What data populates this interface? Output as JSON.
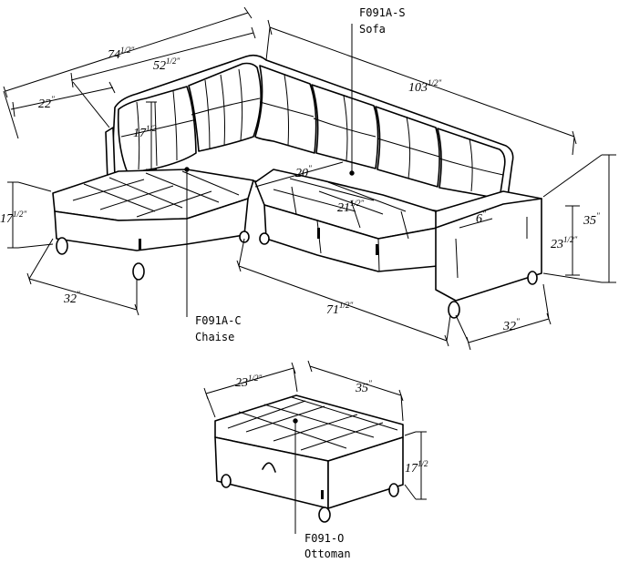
{
  "products": {
    "sofa": {
      "code": "F091A-S",
      "name": "Sofa"
    },
    "chaise": {
      "code": "F091A-C",
      "name": "Chaise"
    },
    "ottoman": {
      "code": "F091-O",
      "name": "Ottoman"
    }
  },
  "dimensions": {
    "sofa_total_length": {
      "whole": "103",
      "frac": "1/2",
      "unit": "\""
    },
    "sofa_height": {
      "whole": "35",
      "frac": "",
      "unit": "\""
    },
    "arm_height": {
      "whole": "23",
      "frac": "1/2",
      "unit": "\""
    },
    "arm_width": {
      "whole": "6",
      "frac": "",
      "unit": "\""
    },
    "seat_depth_20": {
      "whole": "20",
      "frac": "",
      "unit": "\""
    },
    "seat_height_sofa": {
      "whole": "21",
      "frac": "1/2",
      "unit": "\""
    },
    "sofa_depth": {
      "whole": "32",
      "frac": "",
      "unit": "\""
    },
    "sofa_base_length": {
      "whole": "71",
      "frac": "1/2",
      "unit": "\""
    },
    "overall_left": {
      "whole": "74",
      "frac": "1/2",
      "unit": "\""
    },
    "chaise_length": {
      "whole": "52",
      "frac": "1/2",
      "unit": "\""
    },
    "back_depth_22": {
      "whole": "22",
      "frac": "",
      "unit": "\""
    },
    "back_cushion_height": {
      "whole": "17",
      "frac": "1/2",
      "unit": "\""
    },
    "chaise_seat_height": {
      "whole": "17",
      "frac": "1/2",
      "unit": "\""
    },
    "chaise_width": {
      "whole": "32",
      "frac": "",
      "unit": "\""
    },
    "ottoman_depth": {
      "whole": "23",
      "frac": "1/2",
      "unit": "\""
    },
    "ottoman_length": {
      "whole": "35",
      "frac": "",
      "unit": "\""
    },
    "ottoman_height": {
      "whole": "17",
      "frac": "1/2",
      "unit": "\""
    }
  }
}
